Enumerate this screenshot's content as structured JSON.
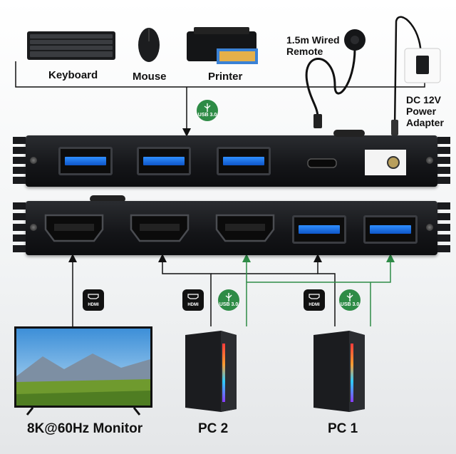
{
  "labels": {
    "keyboard": "Keyboard",
    "mouse": "Mouse",
    "printer": "Printer",
    "remote": "1.5m Wired\nRemote",
    "power": "DC 12V\nPower\nAdapter",
    "monitor": "8K@60Hz Monitor",
    "pc2": "PC 2",
    "pc1": "PC 1"
  },
  "badges": {
    "usb": "USB 3.0",
    "hdmi": "HDMI"
  },
  "colors": {
    "usb_green": "#2e8b46",
    "port_blue": "#1e6fe0",
    "panel": "#16171a"
  },
  "icons": [
    "keyboard-icon",
    "mouse-icon",
    "printer-icon",
    "usb-icon",
    "hdmi-icon",
    "monitor-icon",
    "pc-tower-icon",
    "remote-icon",
    "power-adapter-icon"
  ]
}
